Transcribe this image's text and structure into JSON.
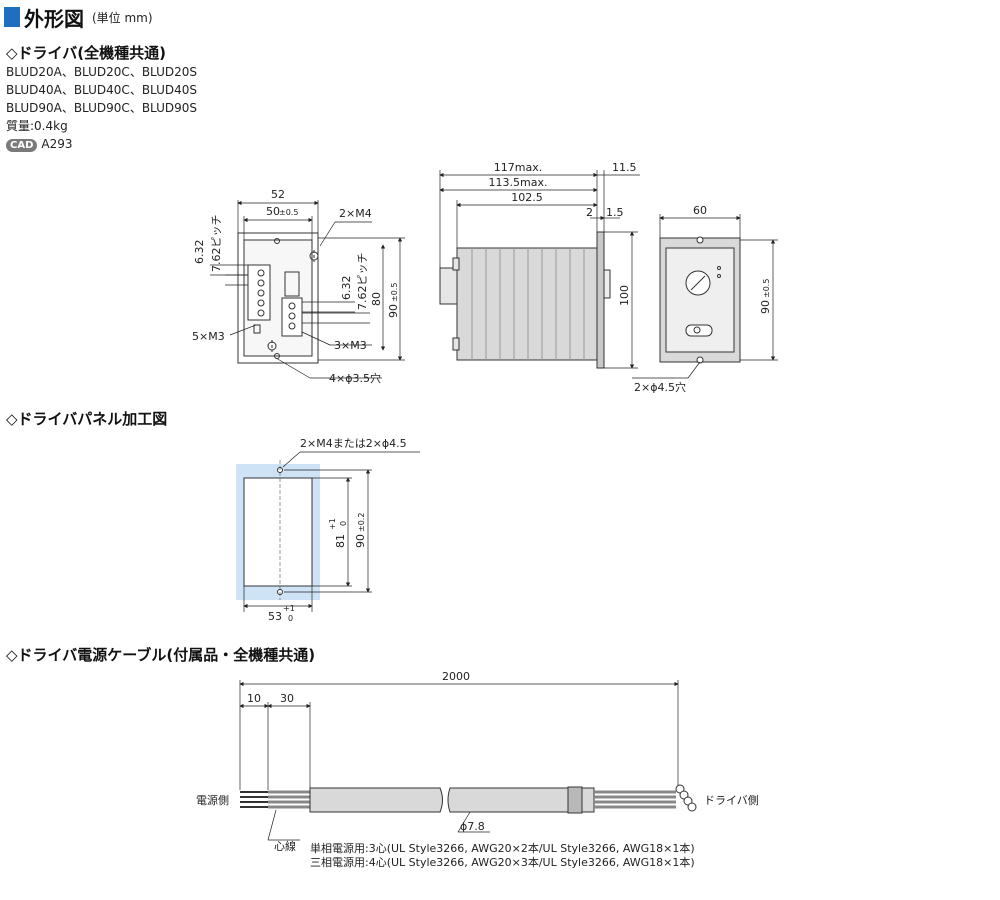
{
  "header": {
    "title": "外形図",
    "unit": "(単位 mm)"
  },
  "driver": {
    "heading": "◇ドライバ(全機種共通)",
    "models": [
      "BLUD20A、BLUD20C、BLUD20S",
      "BLUD40A、BLUD40C、BLUD40S",
      "BLUD90A、BLUD90C、BLUD90S"
    ],
    "mass": "質量:0.4kg",
    "cad_badge": "CAD",
    "cad_ref": "A293",
    "front": {
      "d52": "52",
      "d50": "50",
      "d50_tol": "±0.5",
      "m4": "2×M4",
      "pitch_a": "6.32",
      "pitch_a2": "7.62ピッチ",
      "pitch_b": "6.32",
      "pitch_b2": "7.62ピッチ",
      "d80": "80",
      "d90": "90",
      "d90_tol": "±0.5",
      "m3_5": "5×M3",
      "m3_3": "3×M3",
      "holes": "4×ϕ3.5穴"
    },
    "side": {
      "d117": "117max.",
      "d113": "113.5max.",
      "d102": "102.5",
      "d11": "11.5",
      "d2": "2",
      "d15": "1.5",
      "d100": "100"
    },
    "back": {
      "d60": "60",
      "d90": "90",
      "d90_tol": "±0.5",
      "holes": "2×ϕ4.5穴"
    }
  },
  "panel": {
    "heading": "◇ドライバパネル加工図",
    "m4": "2×M4または2×ϕ4.5",
    "d81": "81",
    "d81_tol_up": "+1",
    "d81_tol_dn": "0",
    "d90": "90",
    "d90_tol": "±0.2",
    "d53": "53",
    "d53_tol_up": "+1",
    "d53_tol_dn": "0"
  },
  "cable": {
    "heading": "◇ドライバ電源ケーブル(付属品・全機種共通)",
    "d2000": "2000",
    "d10": "10",
    "d30": "30",
    "power_side": "電源側",
    "driver_side": "ドライバ側",
    "phi": "ϕ7.8",
    "core": "心線",
    "note1": "単相電源用:3心(UL Style3266, AWG20×2本/UL Style3266, AWG18×1本)",
    "note2": "三相電源用:4心(UL Style3266, AWG20×3本/UL Style3266, AWG18×1本)"
  },
  "colors": {
    "accent": "#1f6fc0",
    "panel_cut": "#cfe3f7",
    "body_gray": "#d9d9d9"
  }
}
